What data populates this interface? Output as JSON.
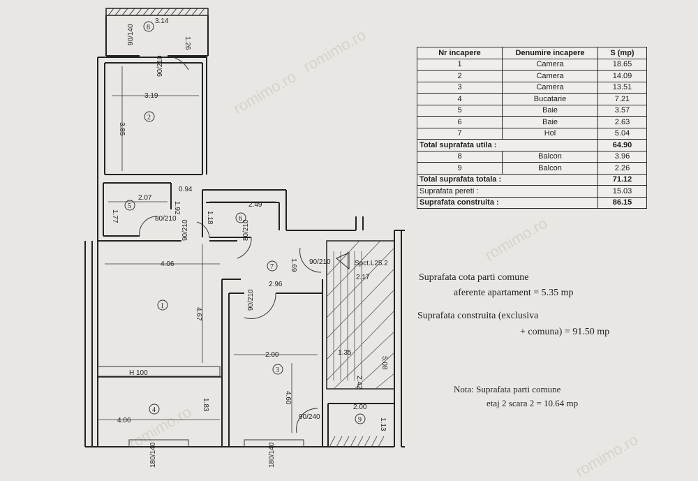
{
  "table": {
    "headers": [
      "Nr incapere",
      "Denumire incapere",
      "S (mp)"
    ],
    "rooms": [
      {
        "nr": "1",
        "name": "Camera",
        "area": "18.65"
      },
      {
        "nr": "2",
        "name": "Camera",
        "area": "14.09"
      },
      {
        "nr": "3",
        "name": "Camera",
        "area": "13.51"
      },
      {
        "nr": "4",
        "name": "Bucatarie",
        "area": "7.21"
      },
      {
        "nr": "5",
        "name": "Baie",
        "area": "3.57"
      },
      {
        "nr": "6",
        "name": "Baie",
        "area": "2.63"
      },
      {
        "nr": "7",
        "name": "Hol",
        "area": "5.04"
      }
    ],
    "total_utila_label": "Total suprafata utila :",
    "total_utila_value": "64.90",
    "balconies": [
      {
        "nr": "8",
        "name": "Balcon",
        "area": "3.96"
      },
      {
        "nr": "9",
        "name": "Balcon",
        "area": "2.26"
      }
    ],
    "total_totala_label": "Total suprafata totala :",
    "total_totala_value": "71.12",
    "pereti_label": "Suprafata pereti :",
    "pereti_value": "15.03",
    "construita_label": "Suprafata construita :",
    "construita_value": "86.15"
  },
  "notes": {
    "cota_line1": "Suprafata cota parti comune",
    "cota_line2": "aferente apartament = 5.35 mp",
    "construita_line1": "Suprafata construita (exclusiva",
    "construita_line2": "+ comuna) = 91.50 mp",
    "nota_line1": "Nota: Suprafata parti comune",
    "nota_line2": "etaj 2 scara 2 = 10.64 mp"
  },
  "plan": {
    "room_numbers": [
      "8",
      "2",
      "5",
      "6",
      "7",
      "1",
      "3",
      "4",
      "9"
    ],
    "dimensions": [
      "3.14",
      "1.26",
      "3.19",
      "3.85",
      "2.07",
      "0.94",
      "1.92",
      "1.77",
      "2.49",
      "1.18",
      "4.06",
      "4.67",
      "2.96",
      "1.69",
      "2.00",
      "4.60",
      "1.83",
      "4.06",
      "2.00",
      "1.13",
      "2.17",
      "5.08",
      "1.35",
      "2.42"
    ],
    "doors": [
      "90/140",
      "90/210",
      "80/210",
      "90/210",
      "80/210",
      "90/210",
      "90/210",
      "90/240",
      "180/140",
      "180/140"
    ],
    "stair_label": "Spct.L25.2",
    "counter_label": "H 100"
  },
  "watermark": "romimo.ro"
}
